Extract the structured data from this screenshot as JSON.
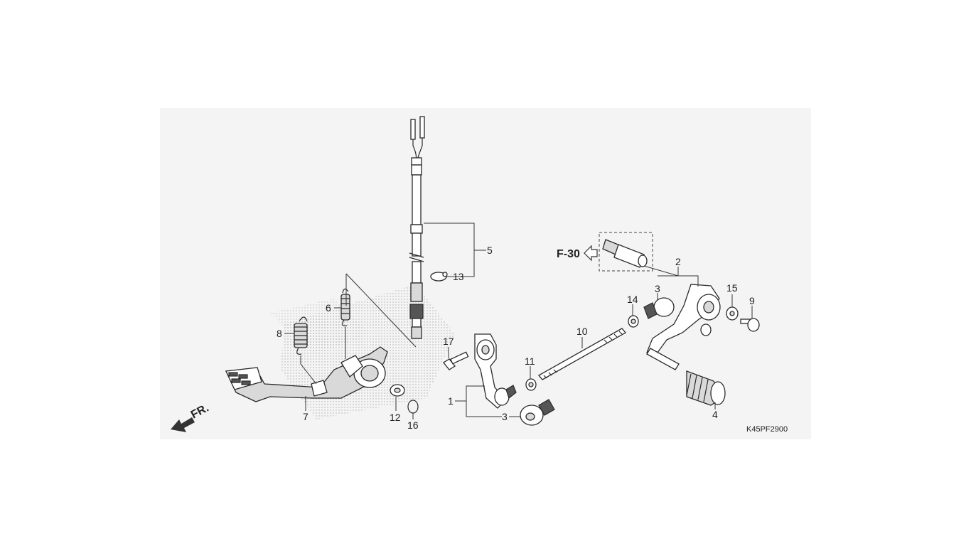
{
  "diagram": {
    "code": "K45PF2900",
    "reference": "F-30",
    "front_marker": "FR.",
    "callouts": {
      "c1": "1",
      "c2": "2",
      "c3a": "3",
      "c3b": "3",
      "c4": "4",
      "c5": "5",
      "c6": "6",
      "c7": "7",
      "c8": "8",
      "c9": "9",
      "c10": "10",
      "c11": "11",
      "c12": "12",
      "c13": "13",
      "c14": "14",
      "c15": "15",
      "c16": "16",
      "c17": "17"
    }
  }
}
